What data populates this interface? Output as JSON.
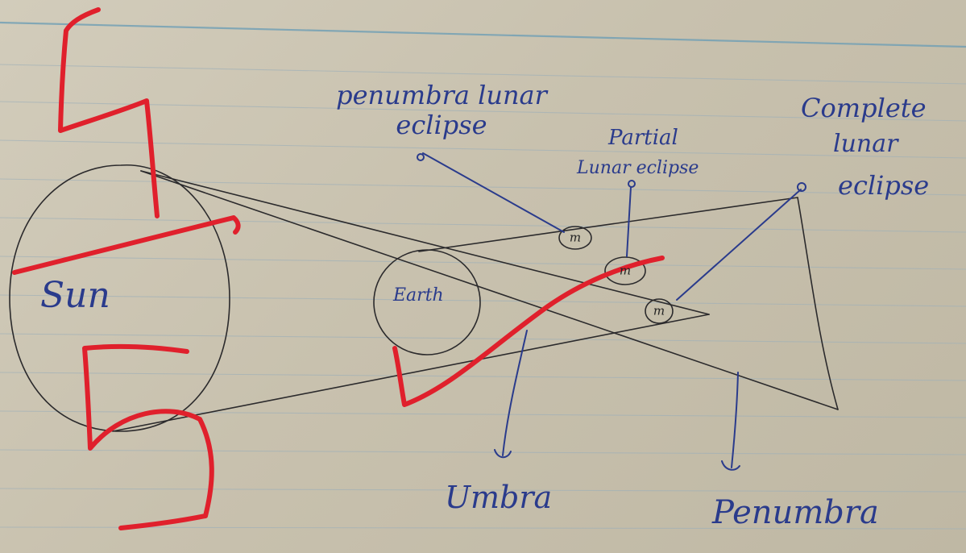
{
  "labels": {
    "sun": "Sun",
    "earth": "Earth",
    "penumbra_eclipse": "penumbra lunar eclipse",
    "partial_eclipse_1": "Partial",
    "partial_eclipse_2": "Lunar eclipse",
    "complete_eclipse_1": "Complete",
    "complete_eclipse_2": "lunar",
    "complete_eclipse_3": "eclipse",
    "umbra": "Umbra",
    "penumbra": "Penumbra",
    "moon_symbol": "m"
  },
  "colors": {
    "paper": "#c9c2b0",
    "pencil": "#2b2a2c",
    "blue_ink": "#2a3b8c",
    "red_marker": "#e0202c",
    "rule_line": "#9fb0b8"
  }
}
